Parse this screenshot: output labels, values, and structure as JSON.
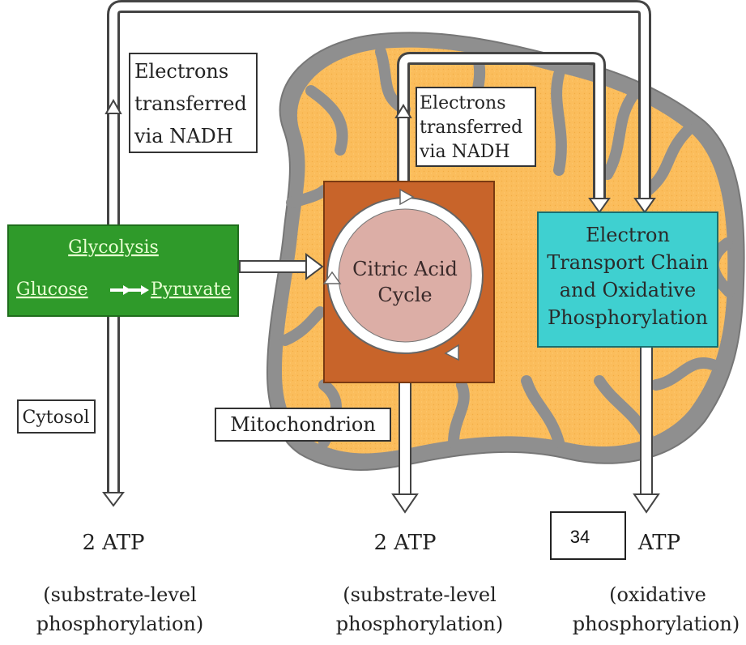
{
  "colors": {
    "mito_fill": "#fbbd5c",
    "membrane": "#8f8f8f",
    "glycolysis_fill": "#2f9a2a",
    "citric_box": "#c8642a",
    "citric_circle": "#dcaea6",
    "etc_fill": "#3fd0d0",
    "arrow_fill": "#ffffff",
    "stroke": "#444444"
  },
  "labels": {
    "electrons_left": [
      "Electrons",
      "transferred",
      "via NADH"
    ],
    "electrons_right": [
      "Electrons",
      "transferred",
      "via NADH"
    ],
    "glycolysis_title": "Glycolysis",
    "glycolysis_glucose": "Glucose",
    "glycolysis_pyruvate": "Pyruvate",
    "citric": [
      "Citric Acid",
      "Cycle"
    ],
    "etc": [
      "Electron",
      "Transport Chain",
      "and Oxidative",
      "Phosphorylation"
    ],
    "cytosol": "Cytosol",
    "mitochondrion": "Mitochondrion"
  },
  "atp": {
    "left_label": "2 ATP",
    "left_note": [
      "(substrate-level",
      "phosphorylation)"
    ],
    "mid_label": "2 ATP",
    "mid_note": [
      "(substrate-level",
      "phosphorylation)"
    ],
    "right_count": "34",
    "right_unit": "ATP",
    "right_note": [
      "(oxidative",
      "phosphorylation)"
    ]
  }
}
